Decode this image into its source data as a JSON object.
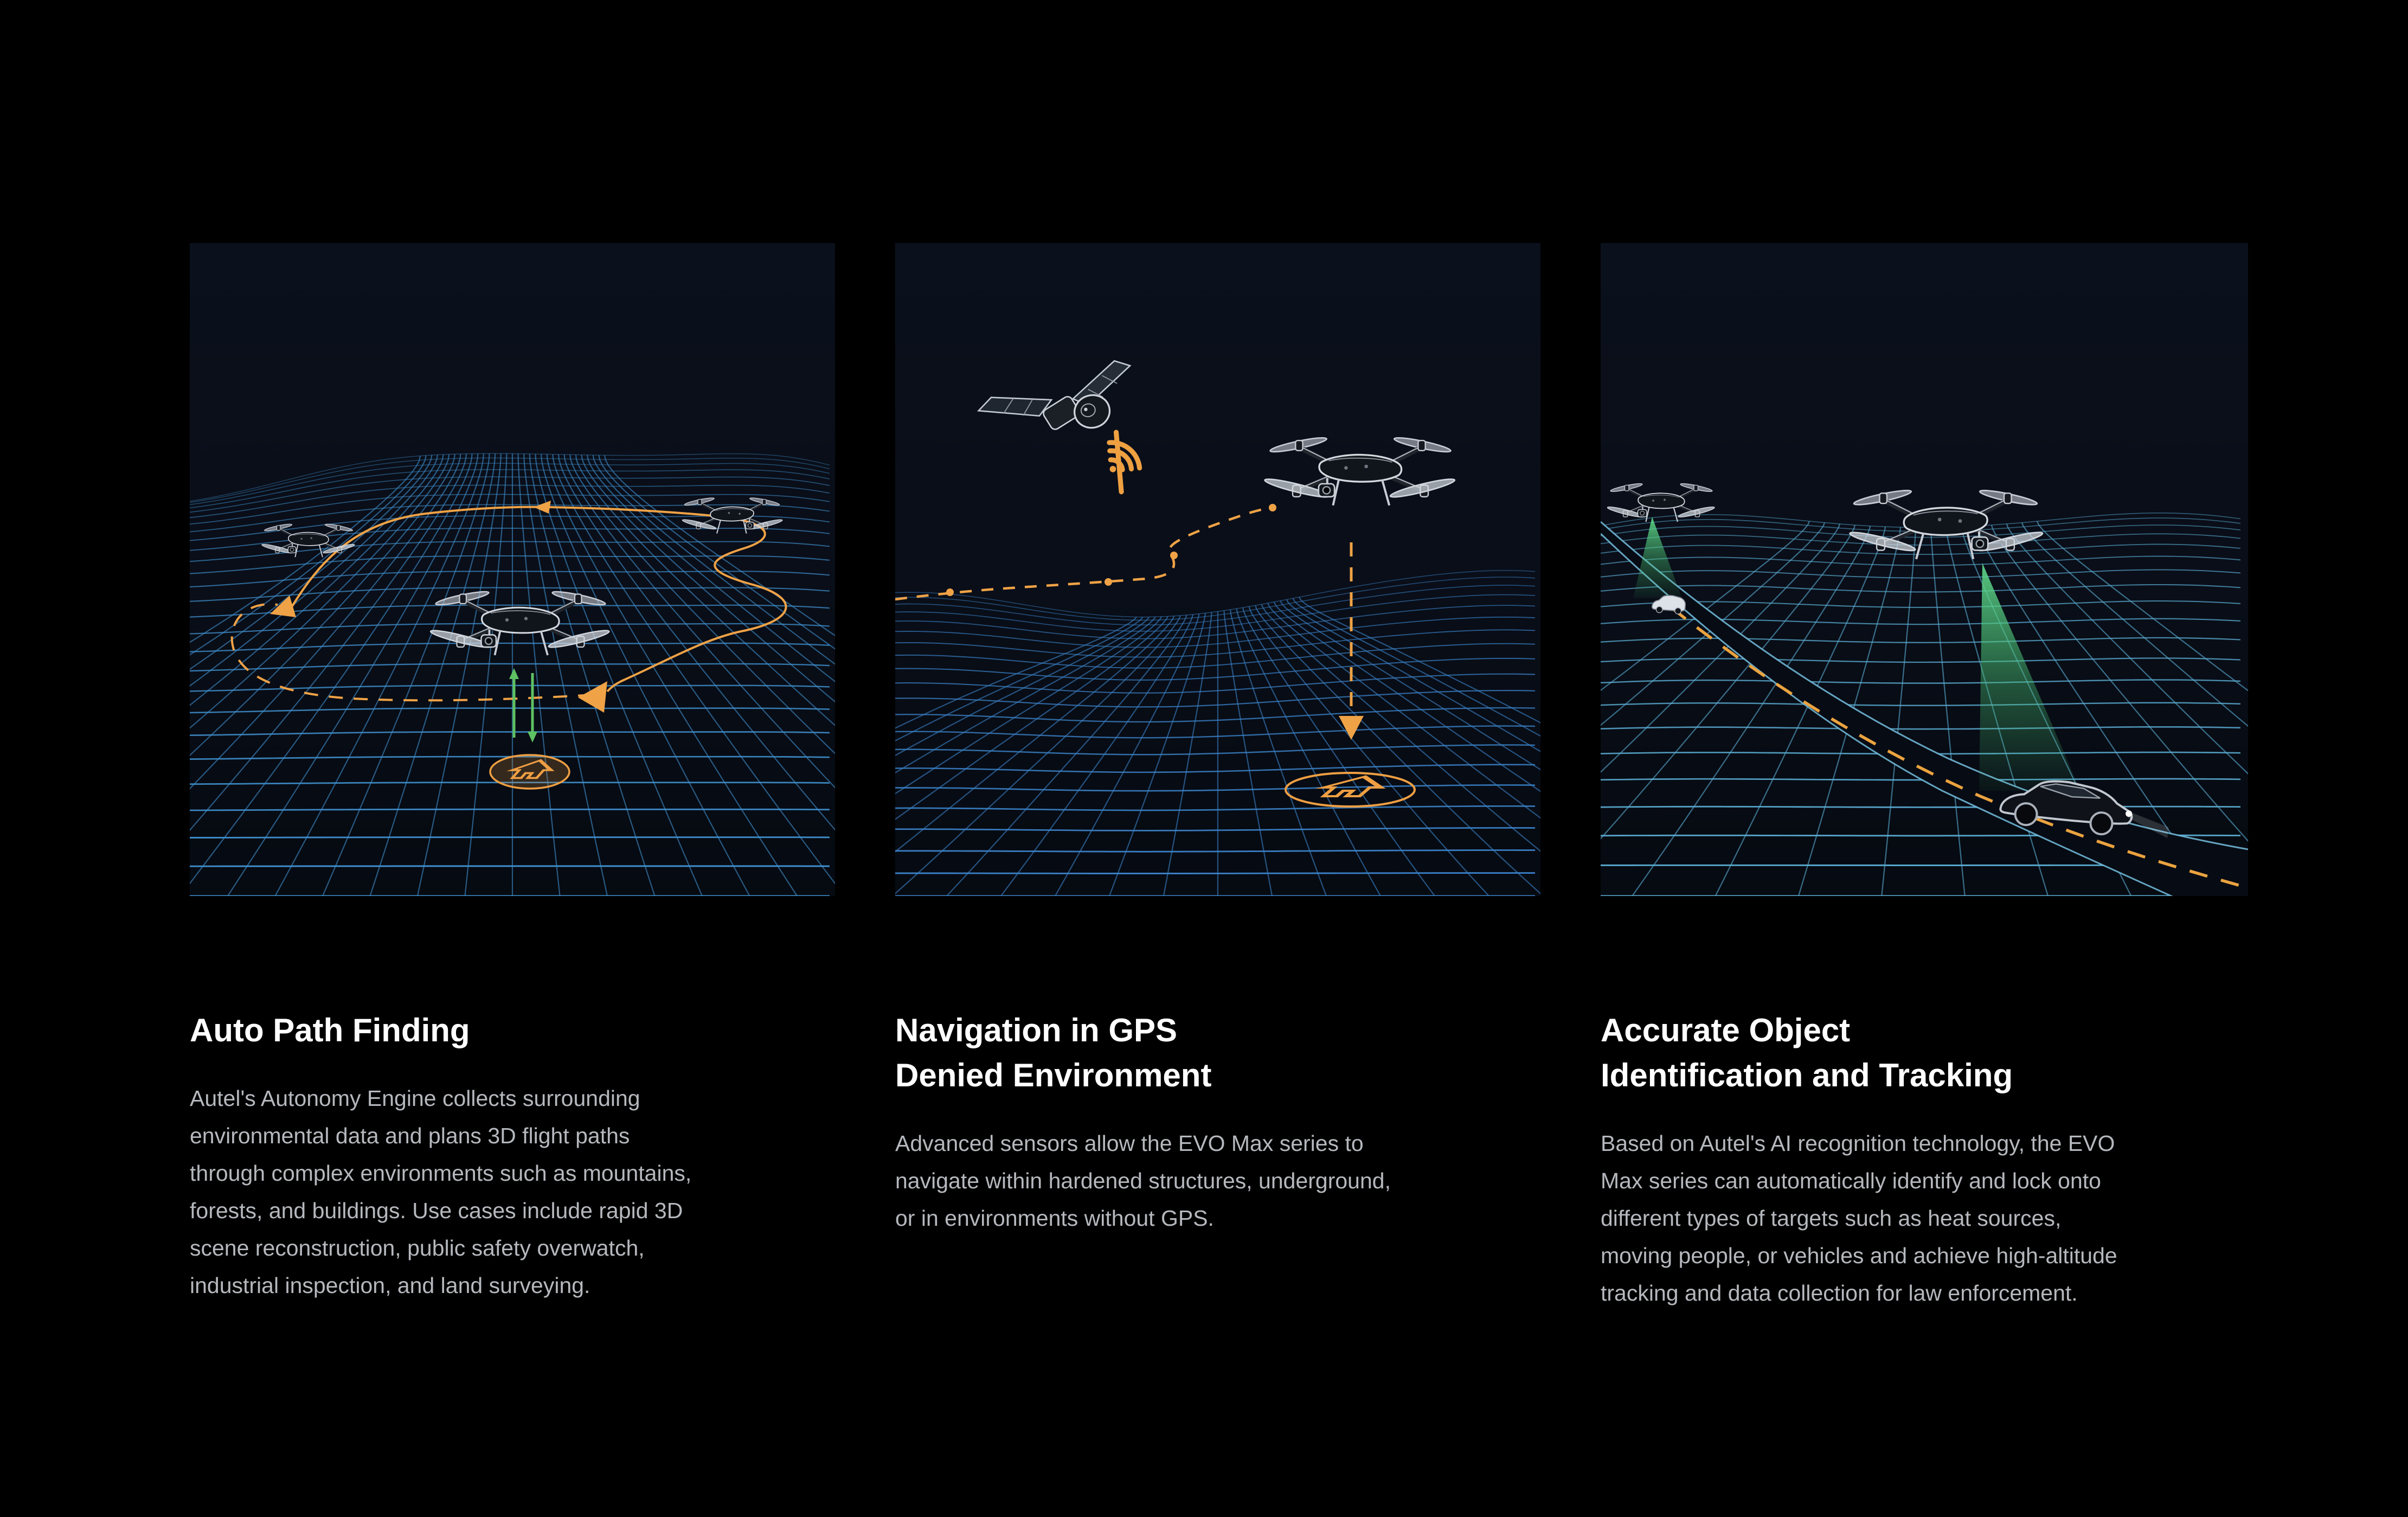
{
  "page": {
    "background": "#000000"
  },
  "colors": {
    "accent_orange": "#EFA041",
    "mesh_blue": "#4090CE",
    "mesh_cyan": "#5AACD2",
    "beam_green": "#4AC476",
    "arrow_green": "#5EC162",
    "heading_text": "#FFFFFF",
    "body_text": "#B5B8BC",
    "panel_sky": "#0A101C"
  },
  "cards": [
    {
      "id": "auto-path-finding",
      "illustration": "drone-auto-path-finding-over-wireframe-terrain",
      "title": "Auto Path Finding",
      "body": "Autel's Autonomy Engine collects surrounding\nenvironmental data and plans 3D flight paths\nthrough complex environments such as mountains,\nforests, and buildings. Use cases include rapid 3D\nscene reconstruction, public safety overwatch,\nindustrial inspection, and land surveying."
    },
    {
      "id": "navigation-gps-denied",
      "illustration": "drone-navigation-gps-denied-environment",
      "title": "Navigation in GPS\nDenied Environment",
      "body": "Advanced sensors allow the EVO Max series to\nnavigate within hardened structures, underground,\nor in environments without GPS."
    },
    {
      "id": "object-identification-tracking",
      "illustration": "drone-object-identification-and-tracking",
      "title": "Accurate Object\nIdentification and Tracking",
      "body": "Based on Autel's AI recognition technology, the EVO\nMax series can automatically identify and lock onto\ndifferent types of targets such as heat sources,\nmoving people, or vehicles and achieve high-altitude\ntracking and data collection for law enforcement."
    }
  ]
}
